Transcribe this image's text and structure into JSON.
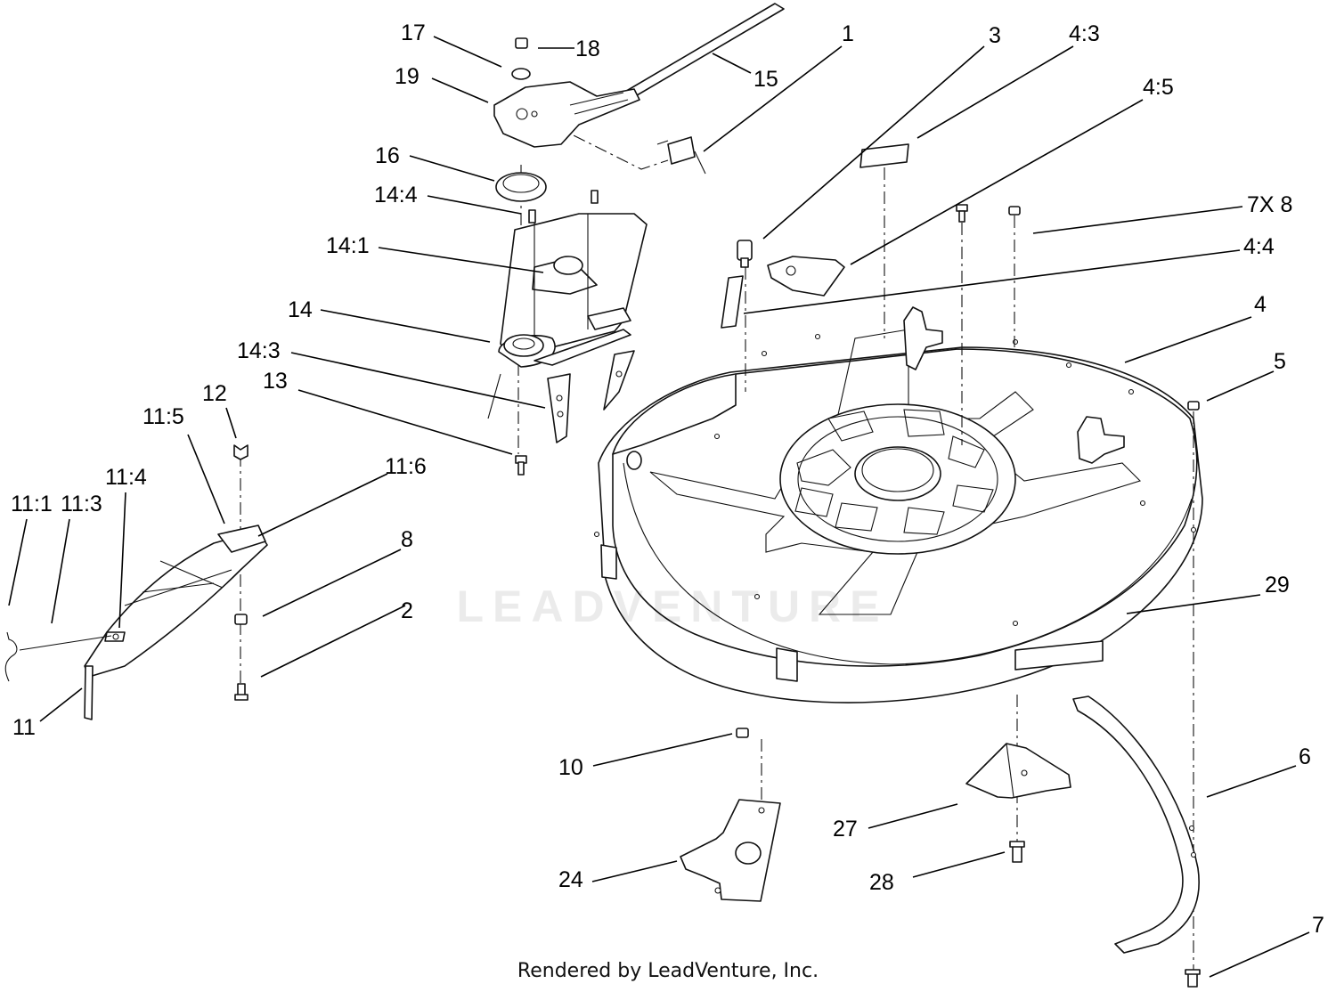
{
  "watermark": "LEADVENTURE",
  "credit": "Rendered by LeadVenture, Inc.",
  "callouts": [
    {
      "id": "c1",
      "label": "1"
    },
    {
      "id": "c2",
      "label": "2"
    },
    {
      "id": "c3",
      "label": "3"
    },
    {
      "id": "c4_3",
      "label": "4:3"
    },
    {
      "id": "c4_5",
      "label": "4:5"
    },
    {
      "id": "c7x8",
      "label": "7X 8"
    },
    {
      "id": "c4_4",
      "label": "4:4"
    },
    {
      "id": "c4",
      "label": "4"
    },
    {
      "id": "c5",
      "label": "5"
    },
    {
      "id": "c29",
      "label": "29"
    },
    {
      "id": "c6",
      "label": "6"
    },
    {
      "id": "c7",
      "label": "7"
    },
    {
      "id": "c28",
      "label": "28"
    },
    {
      "id": "c27",
      "label": "27"
    },
    {
      "id": "c24",
      "label": "24"
    },
    {
      "id": "c10",
      "label": "10"
    },
    {
      "id": "c8",
      "label": "8"
    },
    {
      "id": "c11_6",
      "label": "11:6"
    },
    {
      "id": "c11",
      "label": "11"
    },
    {
      "id": "c11_1",
      "label": "11:1"
    },
    {
      "id": "c11_3",
      "label": "11:3"
    },
    {
      "id": "c11_4",
      "label": "11:4"
    },
    {
      "id": "c11_5",
      "label": "11:5"
    },
    {
      "id": "c12",
      "label": "12"
    },
    {
      "id": "c13",
      "label": "13"
    },
    {
      "id": "c14_3",
      "label": "14:3"
    },
    {
      "id": "c14",
      "label": "14"
    },
    {
      "id": "c14_1",
      "label": "14:1"
    },
    {
      "id": "c14_4",
      "label": "14:4"
    },
    {
      "id": "c16",
      "label": "16"
    },
    {
      "id": "c19",
      "label": "19"
    },
    {
      "id": "c17",
      "label": "17"
    },
    {
      "id": "c18",
      "label": "18"
    },
    {
      "id": "c15",
      "label": "15"
    }
  ]
}
